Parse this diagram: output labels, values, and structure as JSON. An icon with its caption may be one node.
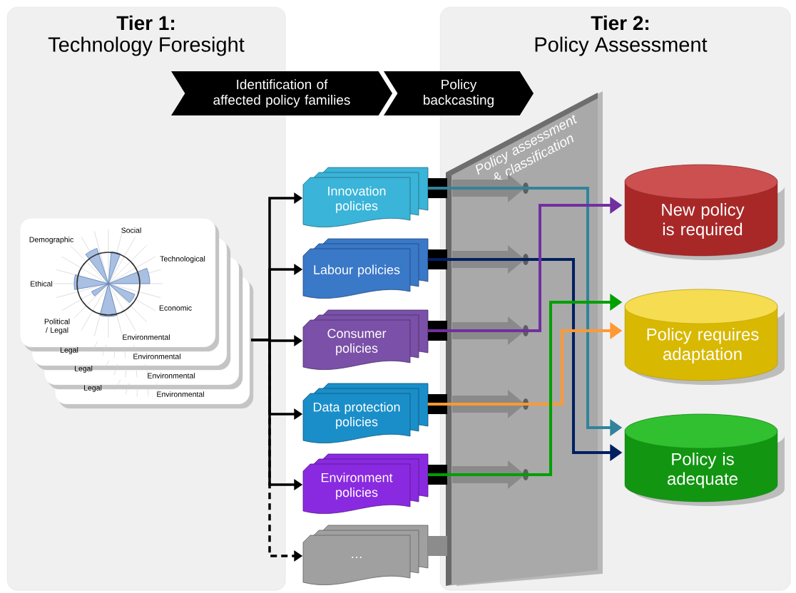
{
  "diagram": {
    "nodes": [
      {
        "text": [
          "Tier 1:",
          "Technology Foresight"
        ]
      },
      {
        "text": [
          "Tier 2:",
          "Policy Assessment"
        ]
      },
      {
        "text": [
          "Identification of affected policy families"
        ]
      },
      {
        "text": [
          "Policy backcasting"
        ]
      },
      {
        "text": [
          "Social",
          "Demographic",
          "Technological",
          "Ethical",
          "Economic",
          "Political / Legal",
          "Environmental"
        ],
        "in": 0
      },
      {
        "text": [
          "Innovation policies"
        ]
      },
      {
        "text": [
          "Labour policies"
        ]
      },
      {
        "text": [
          "Consumer policies"
        ]
      },
      {
        "text": [
          "Data protection policies"
        ]
      },
      {
        "text": [
          "Environment policies"
        ]
      },
      {
        "text": [
          "…"
        ]
      },
      {
        "text": [
          "New policy is required"
        ],
        "in": 1
      },
      {
        "text": [
          "Policy requires adaptation"
        ],
        "in": 1
      },
      {
        "text": [
          "Policy is adequate"
        ],
        "in": 1
      }
    ],
    "edges": [
      {
        "from": 4,
        "to": 5,
        "arrow": "to"
      },
      {
        "from": 4,
        "to": 6,
        "arrow": "to"
      },
      {
        "from": 4,
        "to": 7,
        "arrow": "to"
      },
      {
        "from": 4,
        "to": 8,
        "arrow": "to"
      },
      {
        "from": 4,
        "to": 9,
        "arrow": "to"
      },
      {
        "from": 4,
        "to": 10,
        "arrow": "to",
        "style": "dashed"
      },
      {
        "from": 5,
        "to": 13,
        "arrow": "to",
        "color": "#31849b"
      },
      {
        "from": 6,
        "to": 13,
        "arrow": "to",
        "color": "#002060"
      },
      {
        "from": 7,
        "to": 11,
        "arrow": "to",
        "color": "#7030a0"
      },
      {
        "from": 8,
        "to": 12,
        "arrow": "to",
        "color": "#ff9933"
      },
      {
        "from": 9,
        "to": 12,
        "arrow": "to",
        "color": "#00a000"
      }
    ],
    "labels": [
      "Policy assessment & classification",
      "Legal",
      "Environmental",
      "Legal",
      "Environmental",
      "Legal",
      "Environmental"
    ]
  }
}
